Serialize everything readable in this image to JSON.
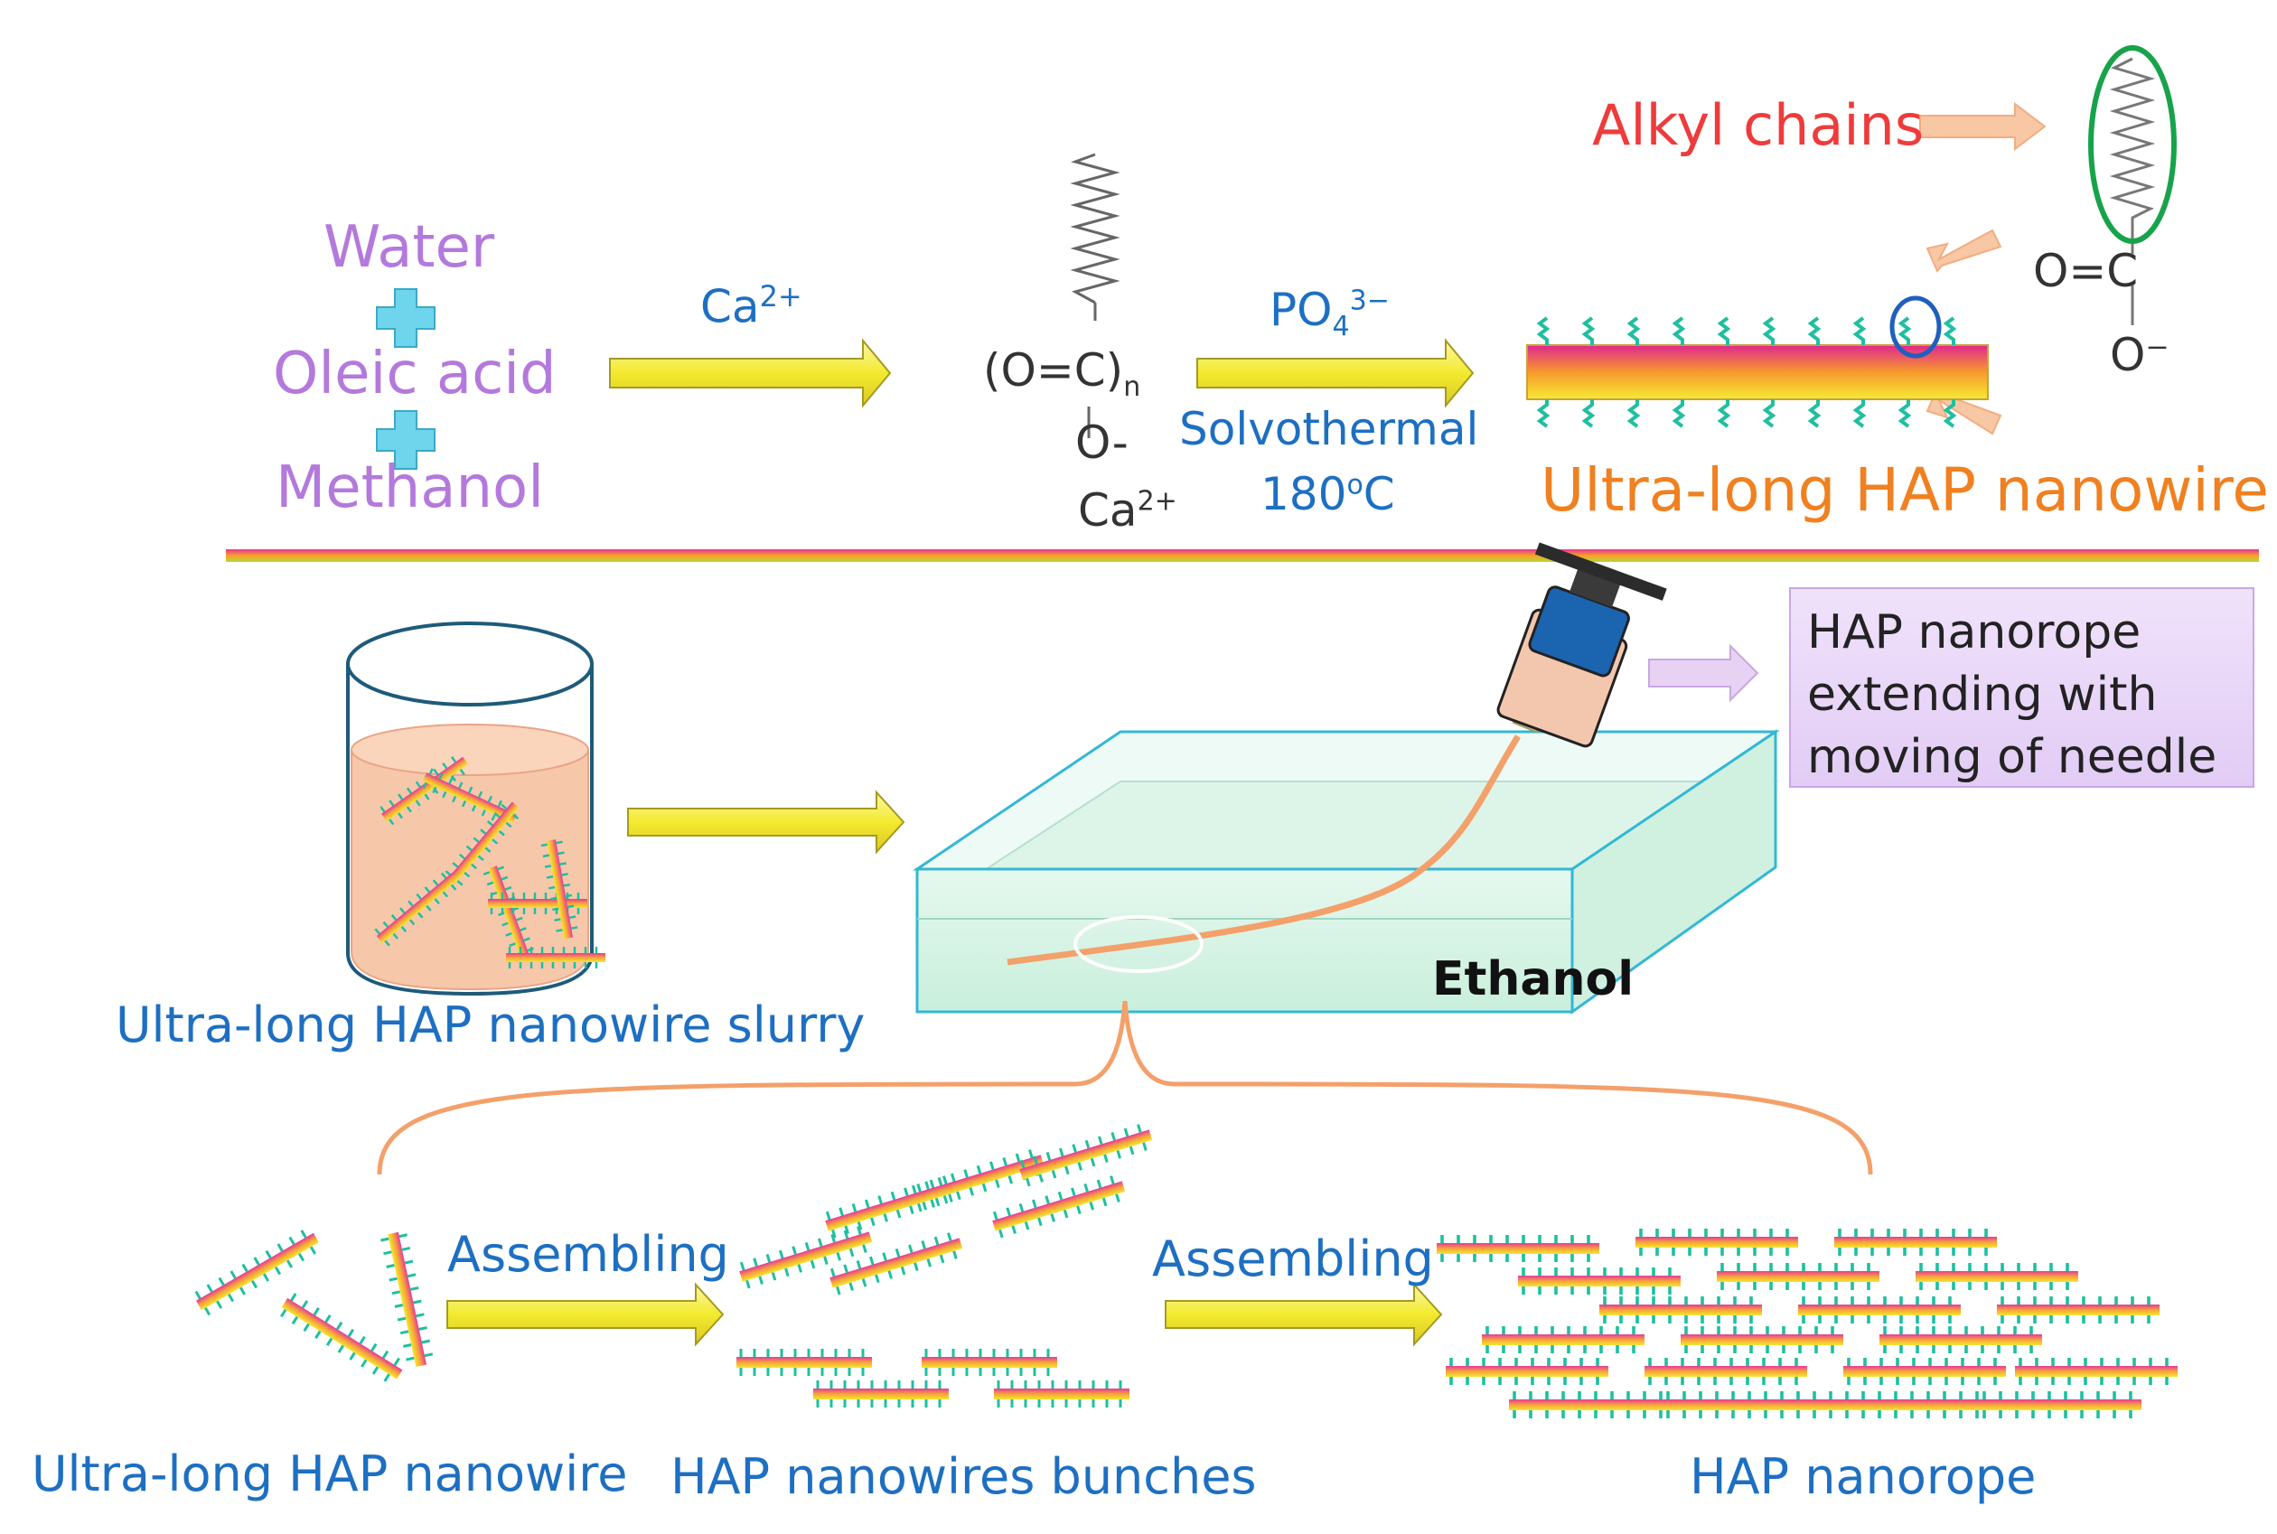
{
  "reagents": {
    "water": "Water",
    "oleic_acid": "Oleic acid",
    "methanol": "Methanol"
  },
  "step1": {
    "label_base": "Ca",
    "label_sup": "2+"
  },
  "intermediate": {
    "group": "(O=C)",
    "subscript": "n",
    "oxygen": "O-",
    "cation_base": "Ca",
    "cation_sup": "2+"
  },
  "step2": {
    "label_base": "PO",
    "label_sub": "4",
    "label_sup": "3−",
    "condition1": "Solvothermal",
    "condition2_base": "180",
    "condition2_sup": "o",
    "condition2_unit": "C"
  },
  "alkyl_chains": "Alkyl chains",
  "carboxyl": {
    "group": "O=C",
    "oxygen": "O⁻"
  },
  "product_label": "Ultra-long HAP nanowire",
  "slurry_label": "Ultra-long HAP nanowire slurry",
  "bath_label": "Ethanol",
  "needle_note": {
    "line1": "HAP nanorope",
    "line2": "extending with",
    "line3": "moving of needle"
  },
  "assembly": {
    "step_label_1": "Assembling",
    "step_label_2": "Assembling",
    "stage1": "Ultra-long HAP nanowire",
    "stage2": "HAP nanowires bunches",
    "stage3": "HAP nanorope"
  },
  "colors": {
    "reagent": "#b479dc",
    "blue_text": "#1d6fc2",
    "alkyl_label": "#ef3b3b",
    "product_label": "#f08020",
    "arrow_fill": "#f6ee3a",
    "chain": "#1fbfa0",
    "ellipse_green": "#17a34a",
    "ellipse_blue": "#1f5fbf",
    "rope": "#f4a06a"
  }
}
